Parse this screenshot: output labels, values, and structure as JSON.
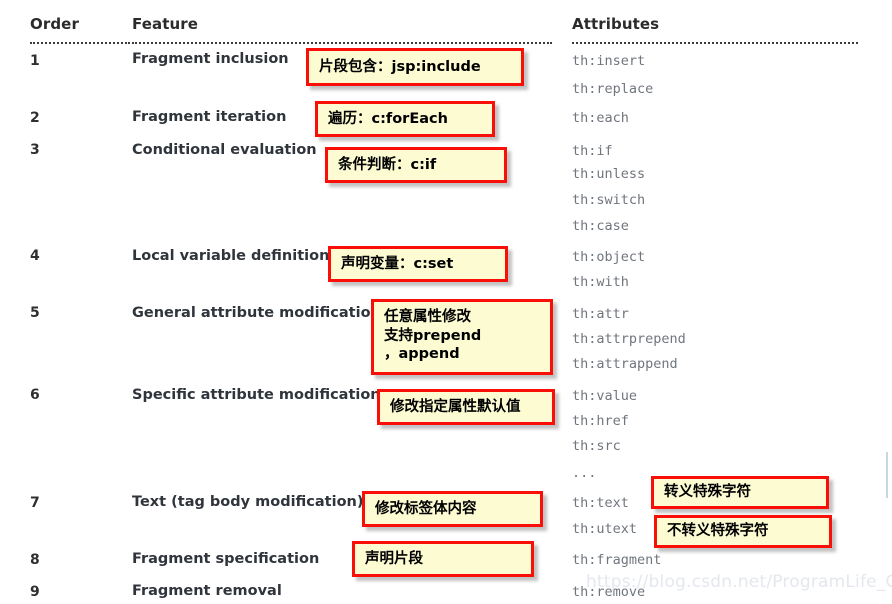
{
  "table": {
    "headers": {
      "order": "Order",
      "feature": "Feature",
      "attributes": "Attributes"
    },
    "rows": [
      {
        "order": "1",
        "feature": "Fragment inclusion",
        "attributes": [
          "th:insert",
          "th:replace"
        ]
      },
      {
        "order": "2",
        "feature": "Fragment iteration",
        "attributes": [
          "th:each"
        ]
      },
      {
        "order": "3",
        "feature": "Conditional evaluation",
        "attributes": [
          "th:if",
          "th:unless",
          "th:switch",
          "th:case"
        ]
      },
      {
        "order": "4",
        "feature": "Local variable definition",
        "attributes": [
          "th:object",
          "th:with"
        ]
      },
      {
        "order": "5",
        "feature": "General attribute modification",
        "attributes": [
          "th:attr",
          "th:attrprepend",
          "th:attrappend"
        ]
      },
      {
        "order": "6",
        "feature": "Specific attribute modification",
        "attributes": [
          "th:value",
          "th:href",
          "th:src",
          "..."
        ]
      },
      {
        "order": "7",
        "feature": "Text (tag body modification)",
        "attributes": [
          "th:text",
          "th:utext"
        ]
      },
      {
        "order": "8",
        "feature": "Fragment specification",
        "attributes": [
          "th:fragment"
        ]
      },
      {
        "order": "9",
        "feature": "Fragment removal",
        "attributes": [
          "th:remove"
        ]
      }
    ]
  },
  "annotations": [
    {
      "id": "note-fragment-inclusion",
      "text": "片段包含：jsp:include"
    },
    {
      "id": "note-fragment-iteration",
      "text": "遍历：c:forEach"
    },
    {
      "id": "note-conditional",
      "text": "条件判断：c:if"
    },
    {
      "id": "note-local-variable",
      "text": "声明变量：c:set"
    },
    {
      "id": "note-general-attribute",
      "text": "任意属性修改\n支持prepend\n，append"
    },
    {
      "id": "note-specific-attribute",
      "text": "修改指定属性默认值"
    },
    {
      "id": "note-text-body",
      "text": "修改标签体内容"
    },
    {
      "id": "note-escape",
      "text": "转义特殊字符"
    },
    {
      "id": "note-no-escape",
      "text": "不转义特殊字符"
    },
    {
      "id": "note-fragment-spec",
      "text": "声明片段"
    }
  ],
  "watermark": {
    "text": "https://blog.csdn.net/ProgramLife_CSDN"
  },
  "colors": {
    "note_fill": "#fcfbd2",
    "note_border": "#f90f07",
    "header_text": "#2b2b2b",
    "feature_text": "#30353c",
    "attribute_text": "#70767e",
    "watermark_text": "#e4e8ee"
  }
}
